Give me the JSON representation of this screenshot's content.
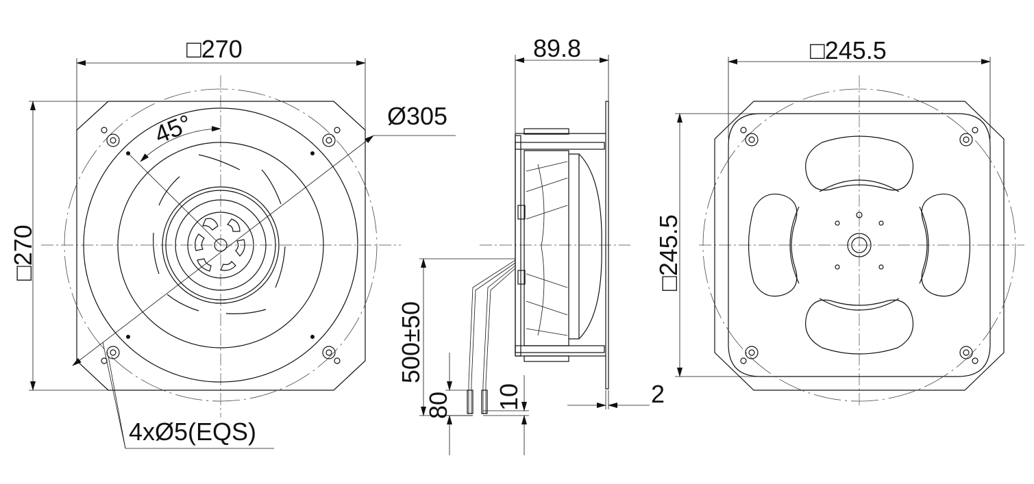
{
  "dimensions": {
    "front_width": "□270",
    "front_height": "□270",
    "diameter": "Ø305",
    "angle": "45°",
    "holes": "4xØ5(EQS)",
    "depth": "89.8",
    "cable_length": "500±50",
    "strip_80": "80",
    "strip_10": "10",
    "flange": "2",
    "rear_width": "□245.5",
    "rear_height": "□245.5"
  }
}
